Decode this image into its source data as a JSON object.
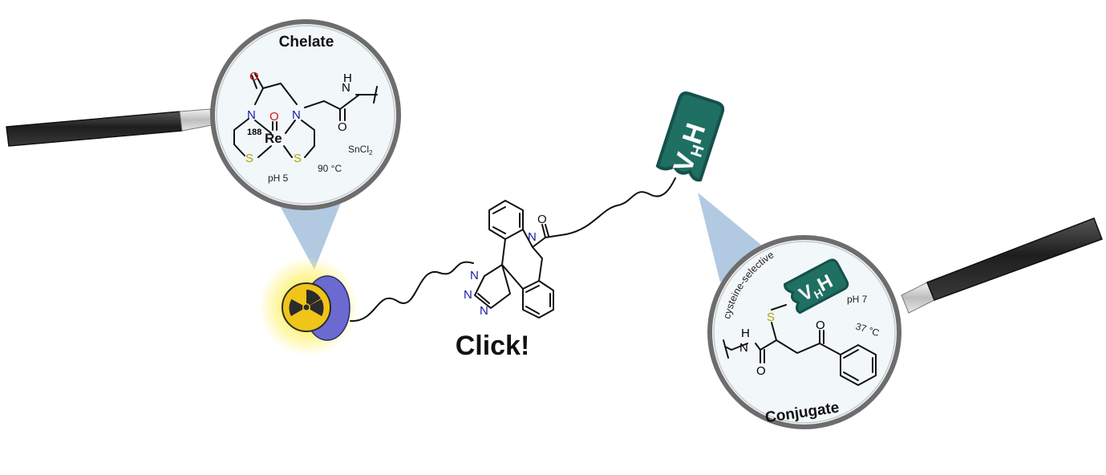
{
  "chelate": {
    "title": "Chelate",
    "isotope": "188",
    "metal": "Re",
    "conditions": {
      "ph": "pH 5",
      "temperature": "90 °C",
      "reagent_base": "SnCl",
      "reagent_sub": "2"
    },
    "atoms": {
      "n": "N",
      "o": "O",
      "s": "S",
      "nh": "H"
    }
  },
  "click": {
    "label": "Click!"
  },
  "vhh": {
    "main": "V",
    "sub": "H",
    "tail": "H"
  },
  "conjugate": {
    "title": "Conjugate",
    "arc_label": "cysteine-selective",
    "conditions": {
      "ph": "pH 7",
      "temperature": "37 °C"
    },
    "atoms": {
      "s": "S",
      "n": "N",
      "h": "H",
      "o": "O"
    }
  },
  "colors": {
    "vhh_fill": "#1f6f63",
    "vhh_stroke": "#14514a",
    "lens_border": "#6d6d6d",
    "lens_fill": "#f2f7fa",
    "beam": "#a8c4de",
    "handle": "#2b2b2b",
    "radioactive_yellow": "#f0c419",
    "glow": "#fff27a",
    "pink_label": "#6a6ad0"
  }
}
